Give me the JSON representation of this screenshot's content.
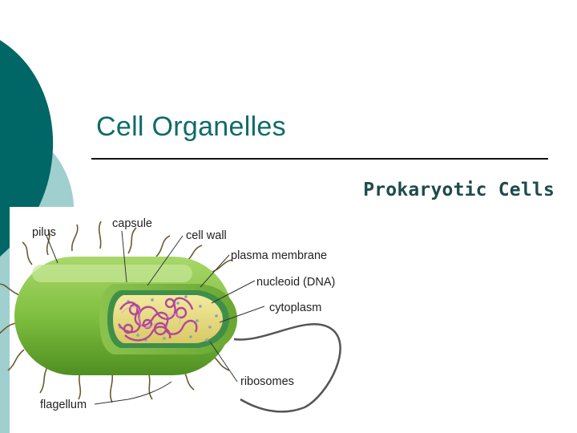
{
  "slide": {
    "title": "Cell Organelles",
    "subtitle": "Prokaryotic Cells"
  },
  "diagram": {
    "labels": {
      "pilus": "pilus",
      "capsule": "capsule",
      "cell_wall": "cell wall",
      "plasma_membrane": "plasma membrane",
      "nucleoid": "nucleoid (DNA)",
      "cytoplasm": "cytoplasm",
      "ribosomes": "ribosomes",
      "flagellum": "flagellum"
    }
  },
  "colors": {
    "theme_teal": "#006666",
    "theme_light": "#9fcfcf",
    "title_text": "#0f6b6b",
    "capsule_green": "#7fbf3f",
    "cytoplasm_yellow": "#e9dd8a",
    "dna_purple": "#b0479a"
  }
}
